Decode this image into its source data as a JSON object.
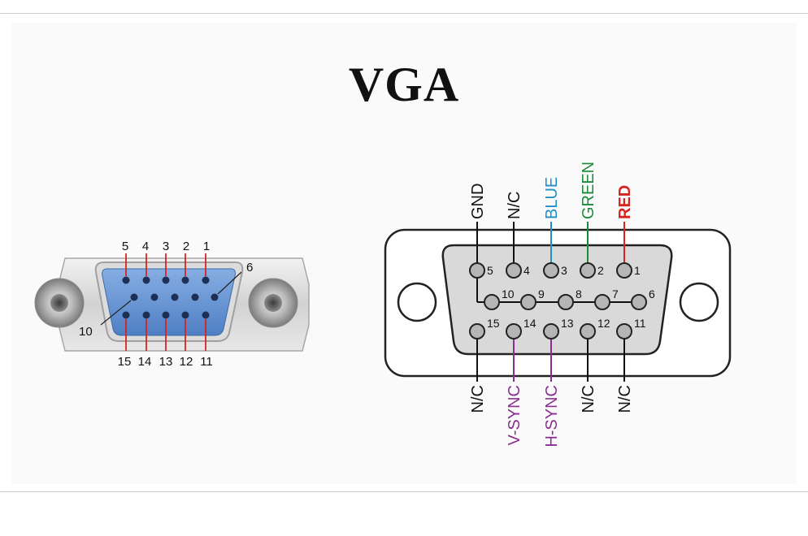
{
  "title": "VGA",
  "colors": {
    "red": "#d8231e",
    "green": "#1b8a3a",
    "blue": "#1f8fc8",
    "purple": "#8a2d91",
    "black": "#111111",
    "connector_blue": "#6f9bd6"
  },
  "photo": {
    "pins_top": [
      "5",
      "4",
      "3",
      "2",
      "1"
    ],
    "pins_mid_label_right": "6",
    "pins_mid_label_left": "10",
    "pins_bottom": [
      "15",
      "14",
      "13",
      "12",
      "11"
    ]
  },
  "schematic": {
    "top_signals": [
      {
        "pin": "5",
        "signal": "GND",
        "color": "black"
      },
      {
        "pin": "4",
        "signal": "N/C",
        "color": "black"
      },
      {
        "pin": "3",
        "signal": "BLUE",
        "color": "blue"
      },
      {
        "pin": "2",
        "signal": "GREEN",
        "color": "green"
      },
      {
        "pin": "1",
        "signal": "RED",
        "color": "red"
      }
    ],
    "row1_pins": [
      "5",
      "4",
      "3",
      "2",
      "1"
    ],
    "row2_pins": [
      "10",
      "9",
      "8",
      "7",
      "6"
    ],
    "row3_pins": [
      "15",
      "14",
      "13",
      "12",
      "11"
    ],
    "bottom_signals": [
      {
        "pin": "15",
        "signal": "N/C",
        "color": "black"
      },
      {
        "pin": "14",
        "signal": "V-SYNC",
        "color": "purple"
      },
      {
        "pin": "13",
        "signal": "H-SYNC",
        "color": "purple"
      },
      {
        "pin": "12",
        "signal": "N/C",
        "color": "black"
      },
      {
        "pin": "11",
        "signal": "N/C",
        "color": "black"
      }
    ]
  }
}
